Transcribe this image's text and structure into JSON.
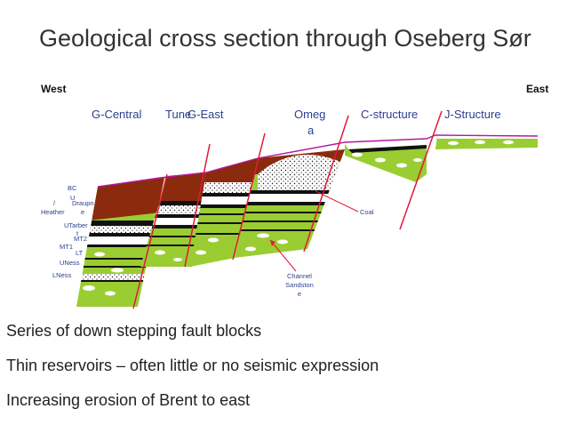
{
  "title": "Geological cross section through Oseberg Sør",
  "west_label": "West",
  "east_label": "East",
  "structures": [
    "G-Central",
    "Tune",
    "G-East",
    "Omeg",
    "a",
    "C-structure",
    "J-Structure"
  ],
  "strat_labels": {
    "bc": "BC",
    "u": "U",
    "slash": "/",
    "heather": "Heather",
    "draupne_1": "Draupn",
    "draupne_2": "e",
    "utarbert_1": "UTarber",
    "utarbert_2": "t",
    "mt2": "MT2",
    "mt1": "MT1",
    "lt": "LT",
    "uness": "UNess",
    "lness": "LNess"
  },
  "annotations": {
    "coal": "Coal",
    "channel_1": "Channel",
    "channel_2": "Sandston",
    "channel_3": "e"
  },
  "bullets": [
    "Series of down stepping fault blocks",
    "Thin reservoirs – often little or no seismic expression",
    "Increasing erosion of Brent to east"
  ],
  "colors": {
    "cap_shale": "#8b2a0c",
    "sandstone_green": "#9acd32",
    "white_sand": "#ffffff",
    "black_layer": "#111111",
    "fault_red": "#e0193a",
    "top_line": "#b5179e",
    "label_blue": "#2b3f8f"
  }
}
